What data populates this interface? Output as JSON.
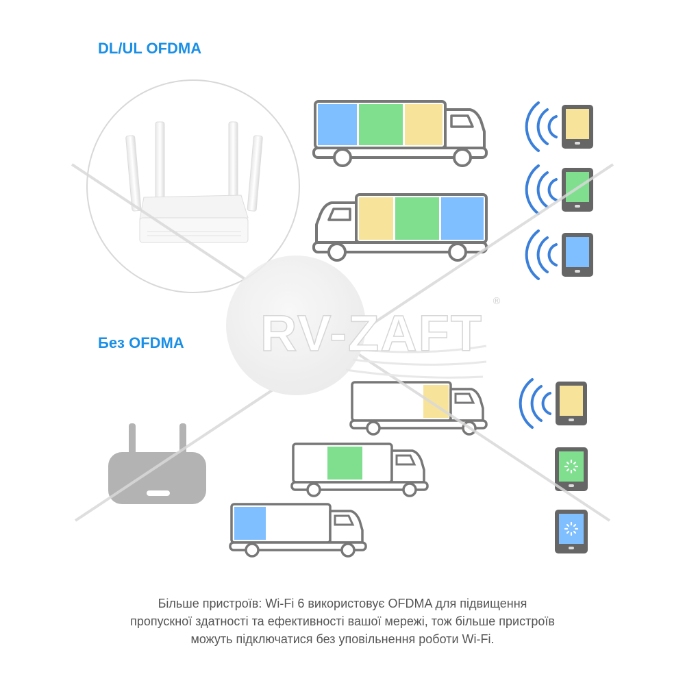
{
  "sections": {
    "ofdma_title": "DL/UL OFDMA",
    "no_ofdma_title": "Без OFDMA"
  },
  "watermark": {
    "text": "RV-ZAFT",
    "registered": "®"
  },
  "caption": {
    "lines": [
      "Більше пристроїв: Wi-Fi 6 використовує OFDMA для підвищення",
      "пропускної здатності та ефективності вашої мережі, тож більше пристроїв",
      "можуть підключатися без уповільнення роботи Wi-Fi."
    ]
  },
  "colors": {
    "blue": "#7fbfff",
    "green": "#7fdf8f",
    "yellow": "#f7e49a",
    "outline": "#777777",
    "title": "#1a8fe6",
    "wifi": "#3a7fd9",
    "router_gray": "#b3b3b3"
  },
  "icons": {
    "wifi_signal": "wifi-waves-icon",
    "loading": "loading-spinner-icon"
  }
}
